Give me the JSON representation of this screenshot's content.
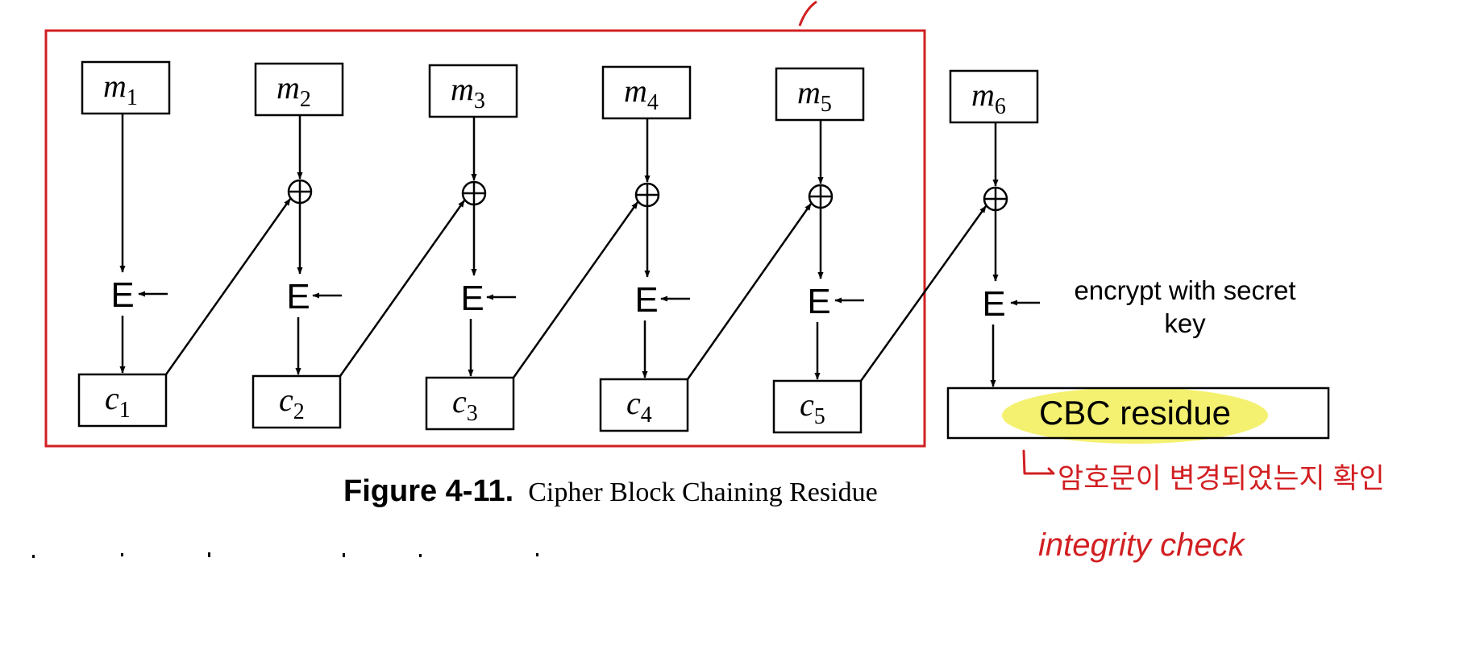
{
  "messages": [
    {
      "name": "m",
      "sub": "1"
    },
    {
      "name": "m",
      "sub": "2"
    },
    {
      "name": "m",
      "sub": "3"
    },
    {
      "name": "m",
      "sub": "4"
    },
    {
      "name": "m",
      "sub": "5"
    },
    {
      "name": "m",
      "sub": "6"
    }
  ],
  "ciphertexts": [
    {
      "name": "c",
      "sub": "1"
    },
    {
      "name": "c",
      "sub": "2"
    },
    {
      "name": "c",
      "sub": "3"
    },
    {
      "name": "c",
      "sub": "4"
    },
    {
      "name": "c",
      "sub": "5"
    }
  ],
  "encrypt_label": "E",
  "key_note": {
    "line1": "encrypt with secret",
    "line2": "key"
  },
  "residue_label": "CBC residue",
  "figure": {
    "number": "Figure 4-11.",
    "caption": "Cipher Block Chaining Residue"
  },
  "annotations": {
    "korean_note": "암호문이 변경되었는지 확인",
    "english_note": "integrity check"
  },
  "colors": {
    "ink": "#000000",
    "annotation": "#d21f22",
    "highlight": "#f4f171"
  }
}
